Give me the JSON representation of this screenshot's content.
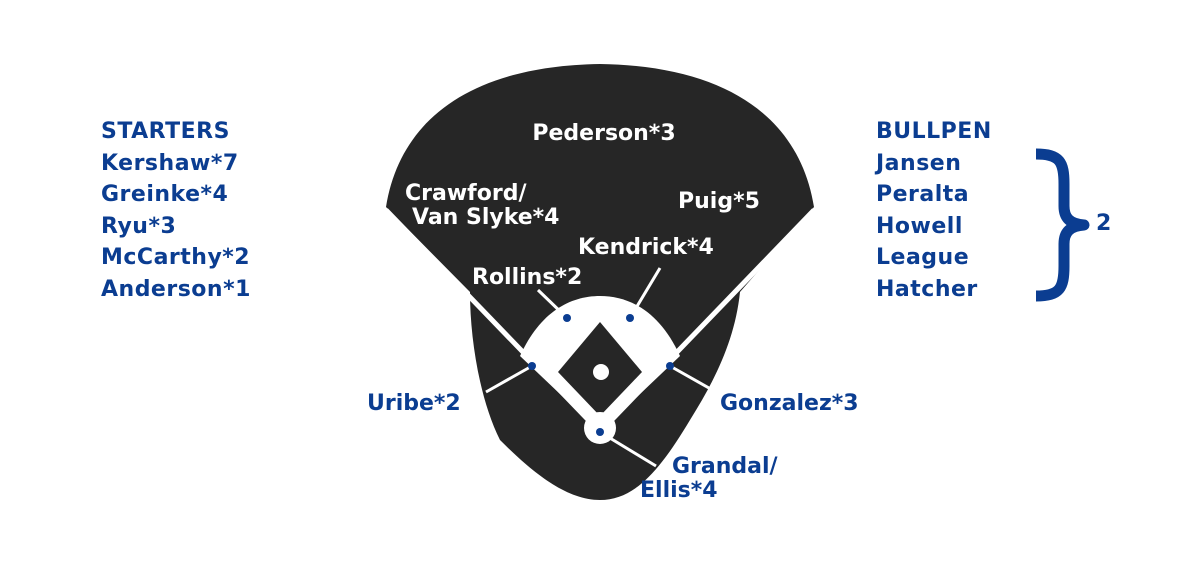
{
  "starters": {
    "header": "STARTERS",
    "items": [
      "Kershaw*7",
      "Greinke*4",
      "Ryu*3",
      "McCarthy*2",
      "Anderson*1"
    ]
  },
  "bullpen": {
    "header": "BULLPEN",
    "items": [
      "Jansen",
      "Peralta",
      "Howell",
      "League",
      "Hatcher"
    ],
    "count": "2"
  },
  "field": {
    "center_field": "Pederson*3",
    "left_field_line1": "Crawford/",
    "left_field_line2": "Van Slyke*4",
    "right_field": "Puig*5",
    "second_base": "Kendrick*4",
    "shortstop": "Rollins*2",
    "third_base": "Uribe*2",
    "first_base": "Gonzalez*3",
    "catcher_line1": "Grandal/",
    "catcher_line2": "Ellis*4"
  },
  "colors": {
    "field": "#262626",
    "infield_dirt": "#ffffff",
    "accent": "#0b3d91",
    "outfield_text": "#ffffff"
  }
}
